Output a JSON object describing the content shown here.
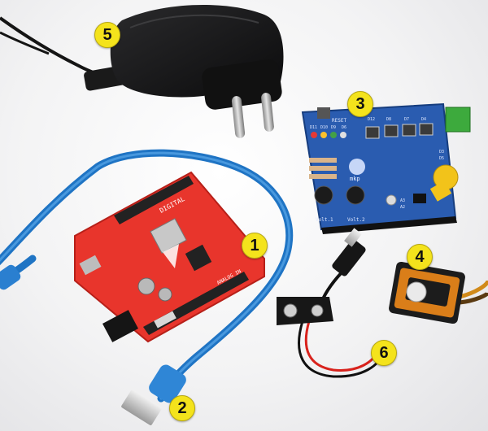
{
  "scene": {
    "labels": [
      "1",
      "2",
      "3",
      "4",
      "5",
      "6"
    ],
    "board1": {
      "text_digital": "DIGITAL",
      "text_analog": "ANALOG IN"
    },
    "board3": {
      "text_reset": "RESET",
      "text_d12": "D12",
      "text_d8": "D8",
      "text_d7": "D7",
      "text_d4": "D4",
      "text_d11": "D11",
      "text_d10": "D10",
      "text_d9": "D9",
      "text_d6": "D6",
      "text_d3": "D3",
      "text_d5": "D5",
      "text_brand": "mkp",
      "text_volt1": "Volt.1",
      "text_volt2": "Volt.2",
      "text_a3": "A3",
      "text_a2": "A2"
    },
    "colors": {
      "background": "#f0f0f2",
      "board1": "#e8352c",
      "board3": "#2a5cb0",
      "cable": "#1f74c4",
      "label": "#f4e31c"
    }
  }
}
